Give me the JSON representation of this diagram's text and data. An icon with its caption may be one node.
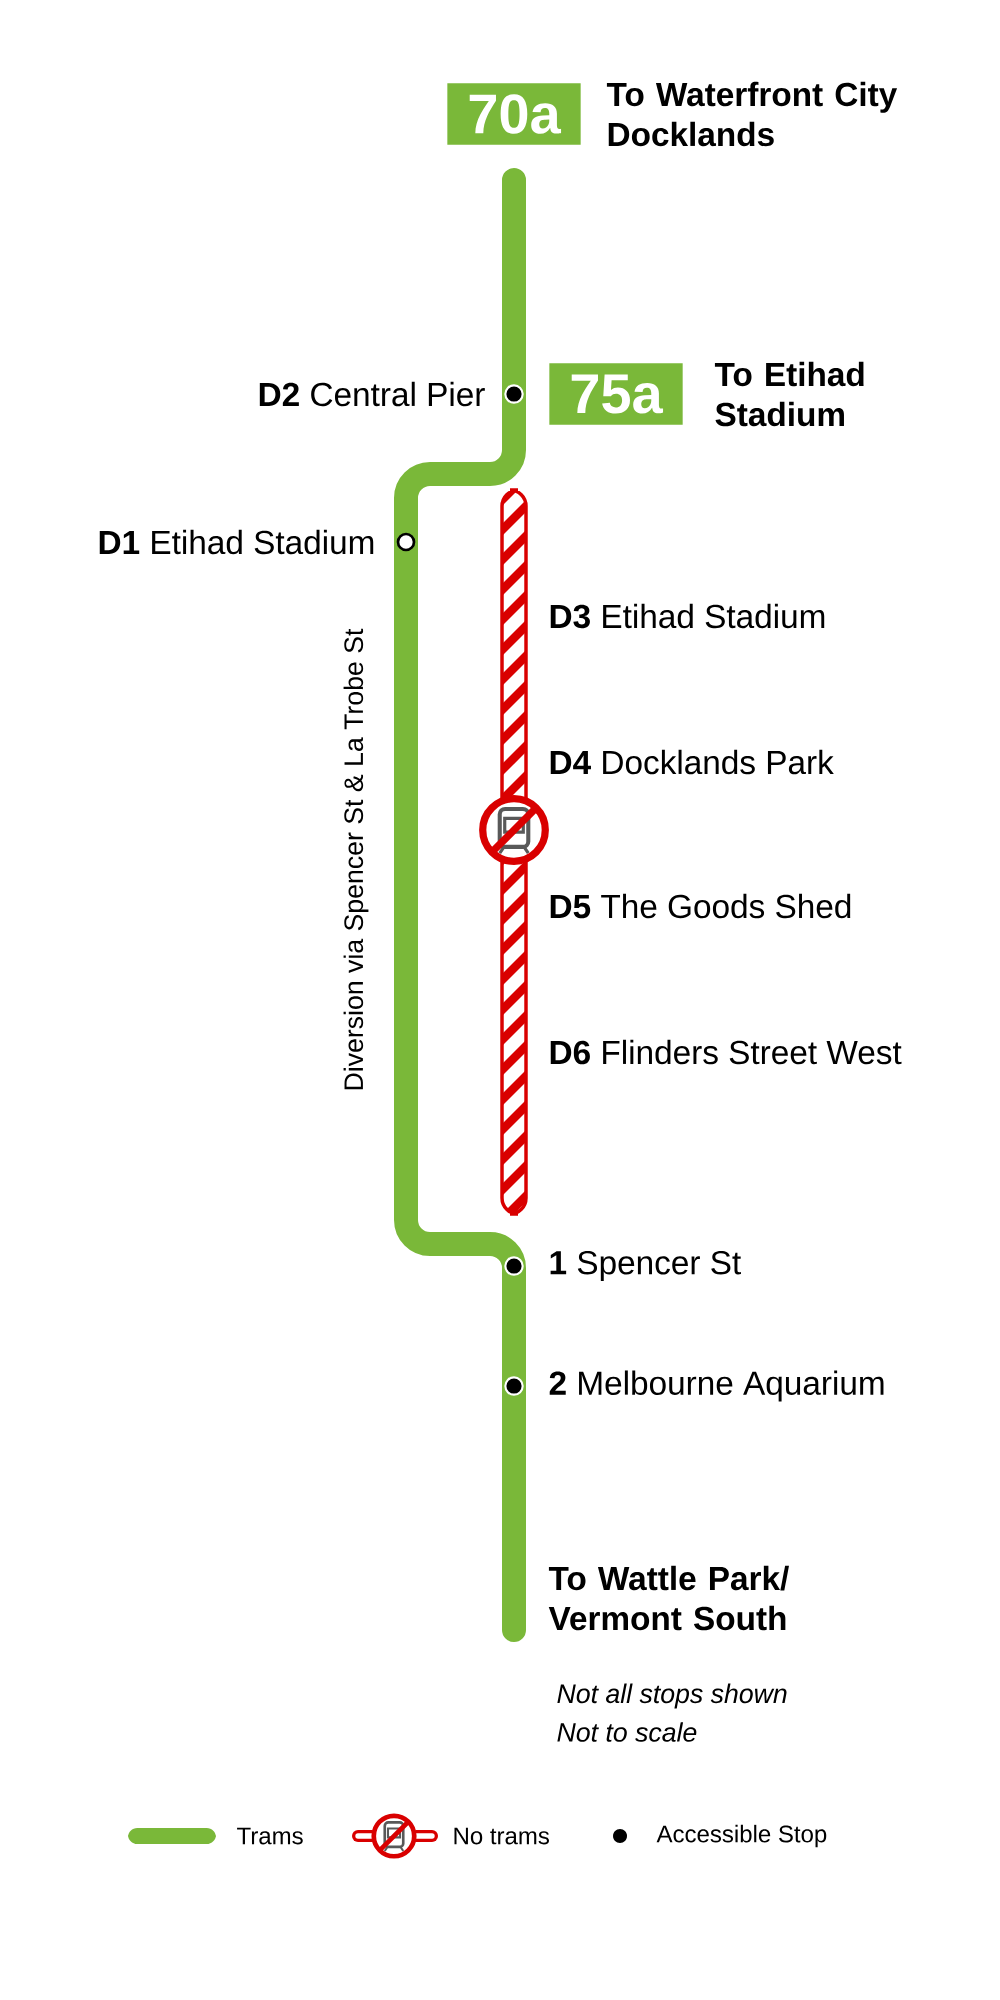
{
  "diagram": {
    "nodes": [
      {
        "text": [
          "70a"
        ],
        "beside": [
          "To Waterfront City Docklands"
        ]
      },
      {
        "text": [
          "75a"
        ],
        "beside": [
          "To Etihad Stadium"
        ]
      },
      {
        "text": [],
        "shape": "dot",
        "beside": [
          "**D2** Central Pier"
        ]
      },
      {
        "text": [],
        "shape": "circle",
        "beside": [
          "**D1** Etihad Stadium"
        ]
      },
      {
        "text": [],
        "shape": "dot",
        "beside": [
          "**1** Spencer St"
        ]
      },
      {
        "text": [],
        "shape": "dot",
        "beside": [
          "**2** Melbourne Aquarium"
        ]
      }
    ],
    "labels": [
      "**D3** Etihad Stadium",
      "**D4** Docklands Park",
      "**D5** The Goods Shed",
      "**D6** Flinders Street West",
      "Diversion via Spencer St & La Trobe St",
      "To Wattle Park/ Vermont South",
      "Not all stops shown",
      "Not to scale"
    ],
    "legend": [
      {
        "text": "Trams",
        "color": "#7ab839"
      },
      {
        "text": "No trams"
      },
      {
        "text": "Accessible Stop"
      }
    ]
  }
}
